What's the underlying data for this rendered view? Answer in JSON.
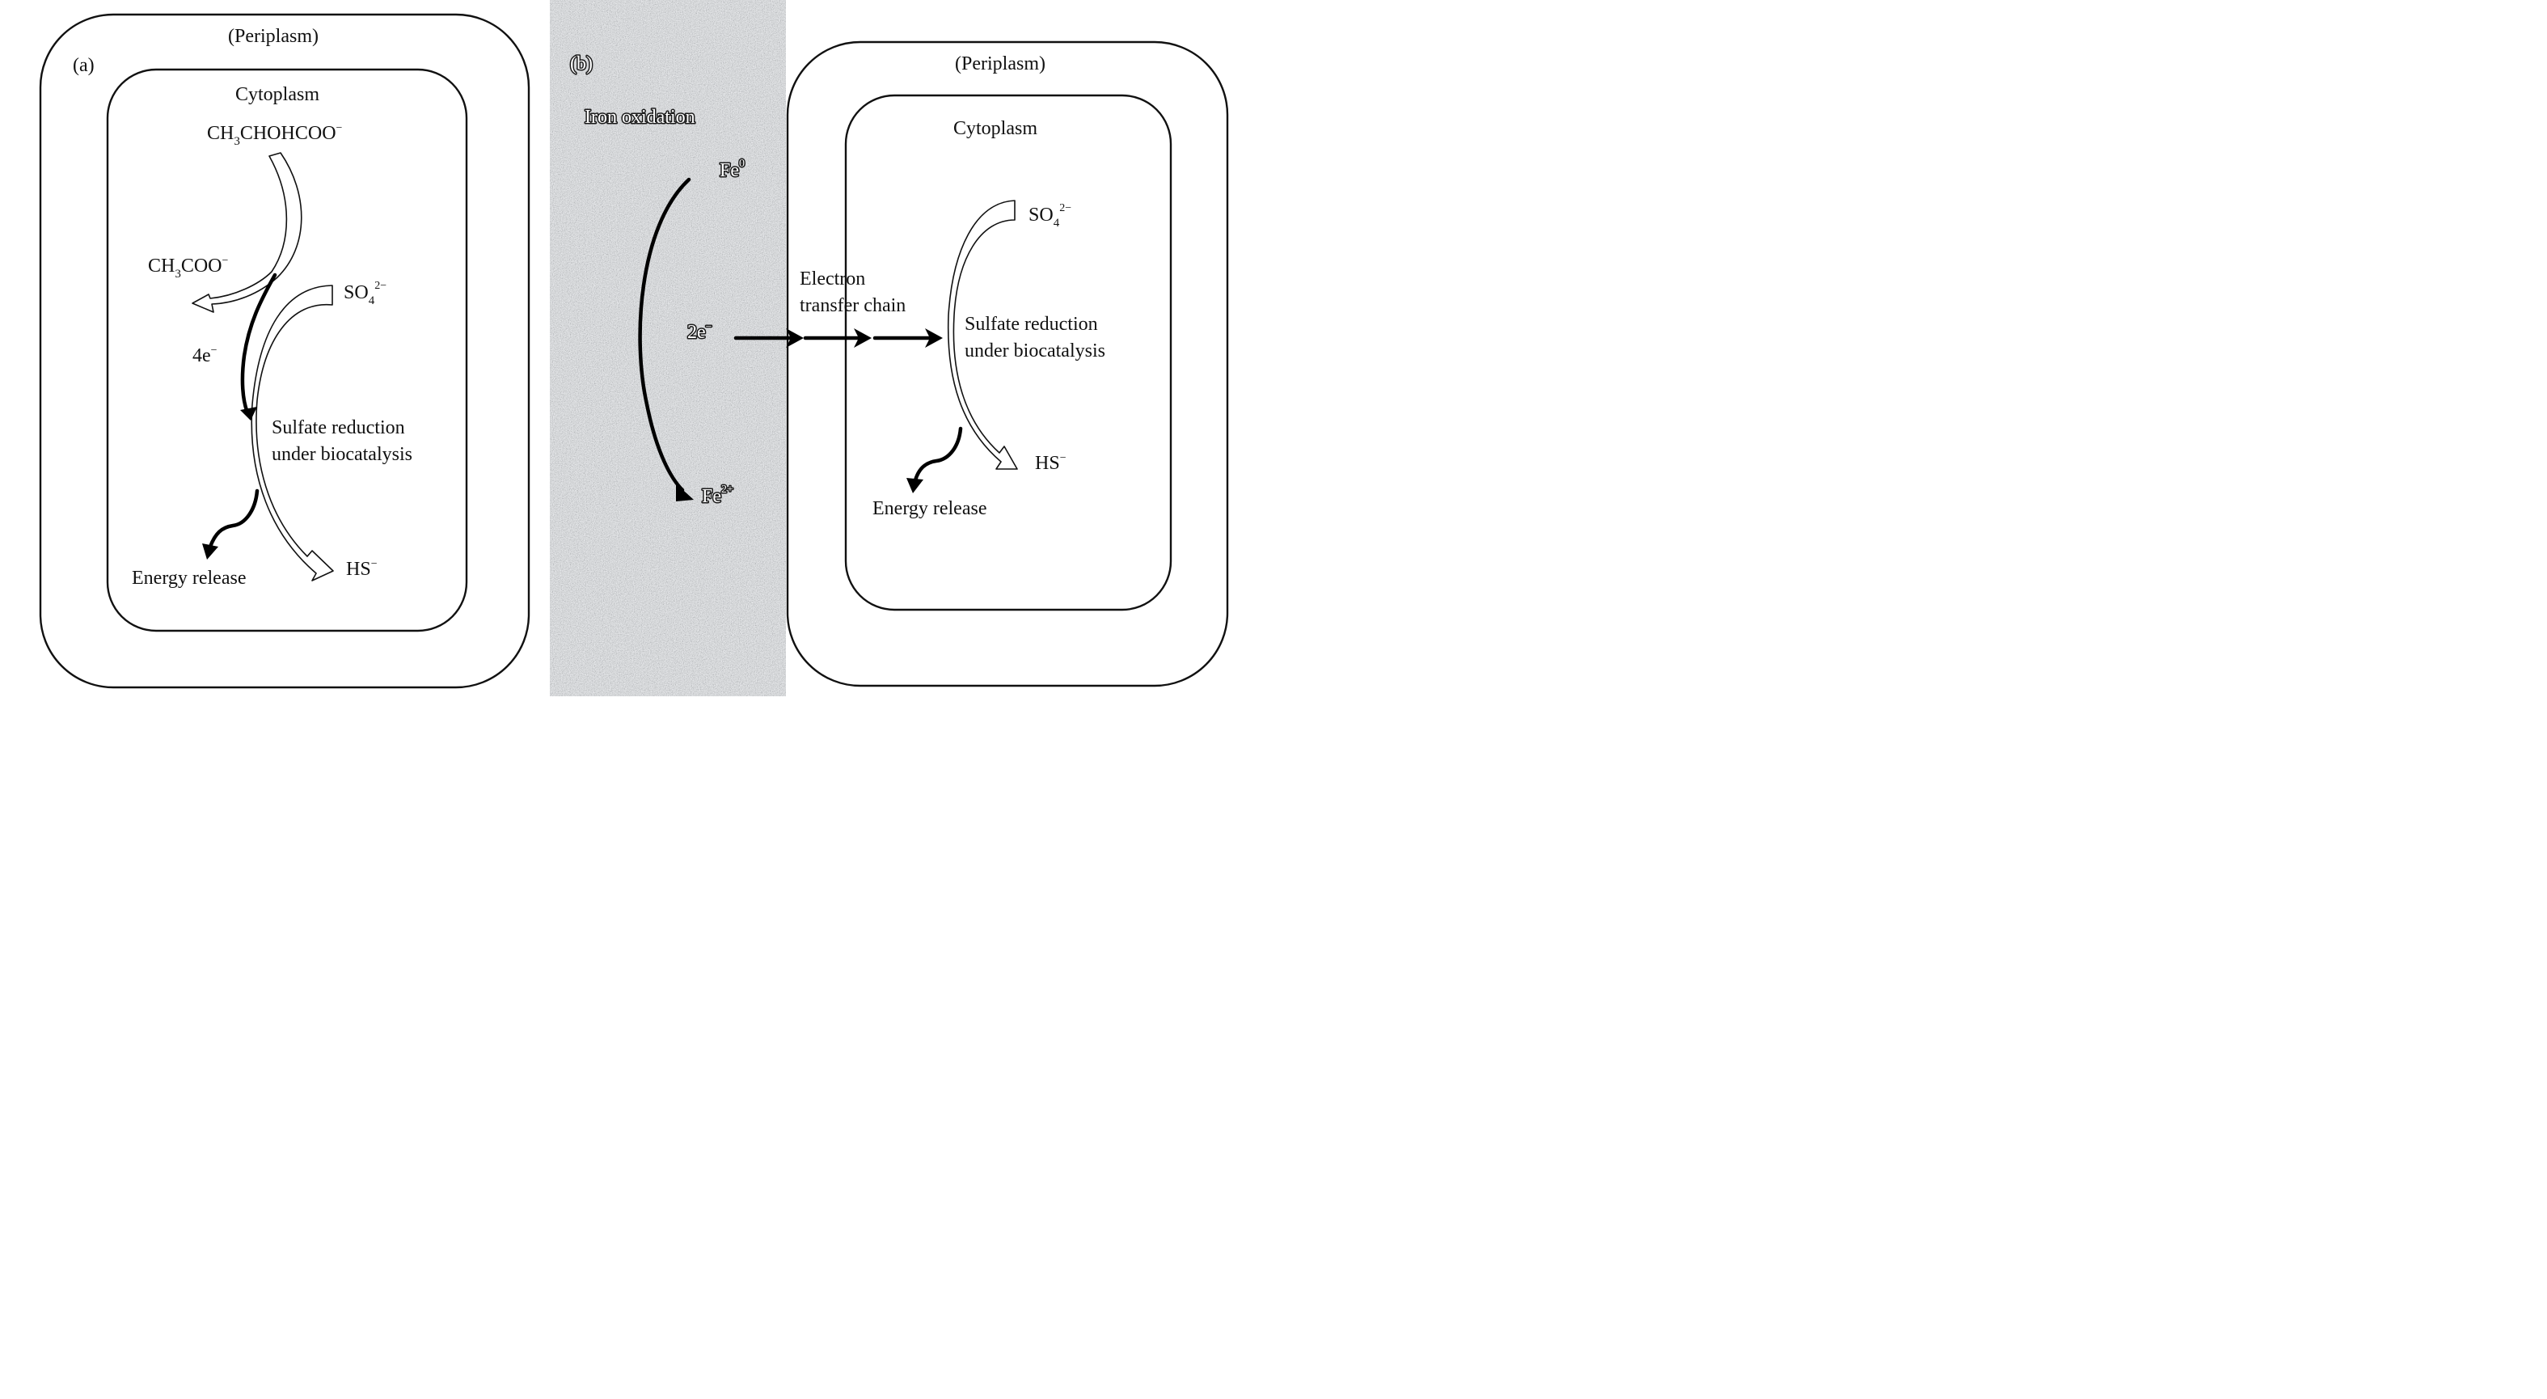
{
  "panel_a": {
    "label": "(a)",
    "outer_compartment": "(Periplasm)",
    "inner_compartment": "Cytoplasm",
    "lactate": {
      "base": "CH",
      "sub1": "3",
      "rest": "CHOHCOO",
      "sup": "−"
    },
    "acetate": {
      "base": "CH",
      "sub1": "3",
      "rest": "COO",
      "sup": "−"
    },
    "sulfate": {
      "base": "SO",
      "sub": "4",
      "sup": "2−"
    },
    "electrons": {
      "base": "4e",
      "sup": "−"
    },
    "process_line1": "Sulfate reduction",
    "process_line2": "under biocatalysis",
    "product": {
      "base": "HS",
      "sup": "−"
    },
    "energy": "Energy release"
  },
  "panel_b": {
    "label": "(b)",
    "iron_title": "Iron oxidation",
    "iron_metal": {
      "base": "Fe",
      "sup": "0"
    },
    "iron_ion": {
      "base": "Fe",
      "sup": "2+"
    },
    "electrons": {
      "base": "2e",
      "sup": "−"
    },
    "chain_line1": "Electron",
    "chain_line2": "transfer chain",
    "outer_compartment": "(Periplasm)",
    "inner_compartment": "Cytoplasm",
    "sulfate": {
      "base": "SO",
      "sub": "4",
      "sup": "2−"
    },
    "process_line1": "Sulfate reduction",
    "process_line2": "under biocatalysis",
    "product": {
      "base": "HS",
      "sup": "−"
    },
    "energy": "Energy release"
  },
  "colors": {
    "iron_surface_base": "#8c8f93",
    "line": "#000000",
    "background": "#ffffff"
  }
}
